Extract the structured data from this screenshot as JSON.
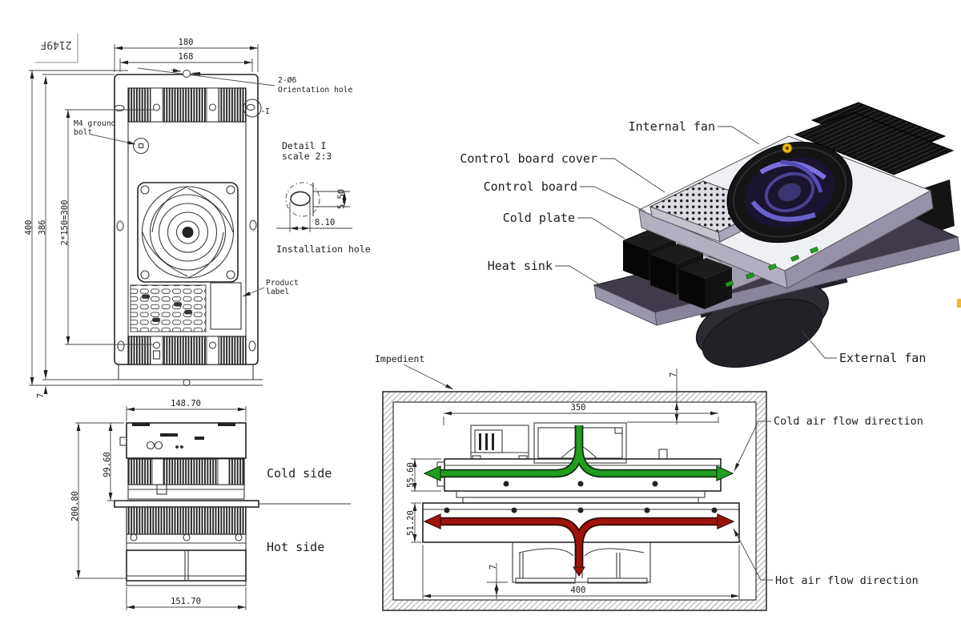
{
  "stamp": {
    "text": "2149F"
  },
  "front": {
    "dim_width_outer": "180",
    "dim_width_inner": "168",
    "dim_height_outer": "400",
    "dim_height_inner": "386",
    "dim_hole_spacing": "2*150=300",
    "dim_edge": "7",
    "orientation_hole_line1": "2-Ø6",
    "orientation_hole_line2": "Orientation hole",
    "ground_bolt_line1": "M4 ground",
    "ground_bolt_line2": "bolt",
    "product_label_line1": "Product",
    "product_label_line2": "label",
    "detail_marker": "I"
  },
  "detail": {
    "title_line1": "Detail I",
    "title_line2": "scale 2:3",
    "dim_vertical": "5.50",
    "dim_horizontal": "8.10",
    "caption": "Installation hole"
  },
  "side": {
    "dim_top_width": "148.70",
    "dim_upper_height": "99.60",
    "dim_total_height": "200.80",
    "dim_bottom_width": "151.70",
    "cold_label": "Cold side",
    "hot_label": "Hot side"
  },
  "iso": {
    "internal_fan": "Internal fan",
    "control_board_cover": "Control board cover",
    "control_board": "Control board",
    "cold_plate": "Cold plate",
    "heat_sink": "Heat sink",
    "external_fan": "External fan"
  },
  "section": {
    "enclosure_label": "Impedient",
    "dim_top": "350",
    "dim_cold_height": "55.60",
    "dim_hot_height": "51.20",
    "dim_bottom": "400",
    "dim_gap_top": "7",
    "dim_gap_bottom": "7",
    "cold_flow_label": "Cold air flow direction",
    "hot_flow_label": "Hot air flow direction"
  },
  "colors": {
    "cold_flow": "#1f9e1f",
    "hot_flow": "#9e1408",
    "line": "#3a3a3a",
    "lavender": "#a39eb2",
    "flange_dark": "#403a4a",
    "fan_blade": "#7a71dd",
    "grommet": "#eab70f"
  }
}
